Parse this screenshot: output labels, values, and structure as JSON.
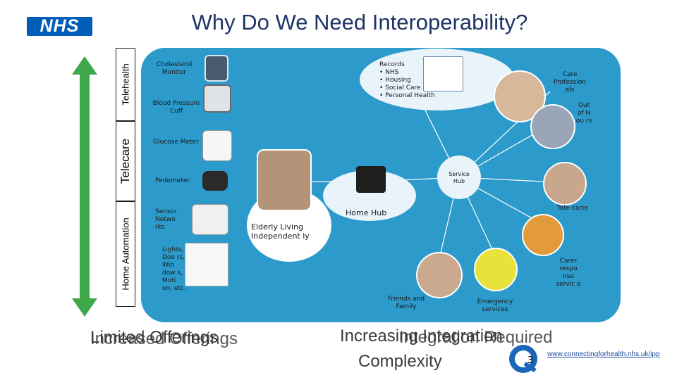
{
  "title": "Why Do We Need Interoperability?",
  "logo": {
    "text": "NHS",
    "color": "#005eb8"
  },
  "categories": [
    "Telehealth",
    "Telecare",
    "Home Automation"
  ],
  "left_items": [
    "Cholesterol Monitor",
    "Blood Pressure Cuff",
    "Glucose Meter",
    "Pedometer",
    "Sensor Netwo rks",
    "Lights, Doo rs, Win dow s, Moti on, etc."
  ],
  "records": {
    "heading": "Records",
    "bullets": [
      "NHS",
      "Housing",
      "Social Care",
      "Personal Health"
    ]
  },
  "right_labels": {
    "care_professionals": "Care Profession als",
    "out_of_hours": "Out of H ou rs",
    "service_hub": "Service Hub",
    "tele_carer": "Tele-carer",
    "carer_response": "Carer respo nse servic e",
    "home_hub": "Home Hub",
    "elderly": "Elderly Living Independent ly",
    "friends_family": "Friends and Family",
    "emergency": "Emergency services"
  },
  "bottom": {
    "left_a": "Limited Offerings",
    "left_b": "Increased Offerings",
    "right_a": "Increasing Integration",
    "right_b": "Integration Required",
    "right_c": "Complexity",
    "page_number": "3",
    "url": "www.connectingforhealth.nhs.uk/ipp"
  },
  "colors": {
    "panel": "#2c9acb",
    "arrow": "#3fa84a",
    "title": "#1f3566",
    "hub": "#e8f4fa"
  }
}
